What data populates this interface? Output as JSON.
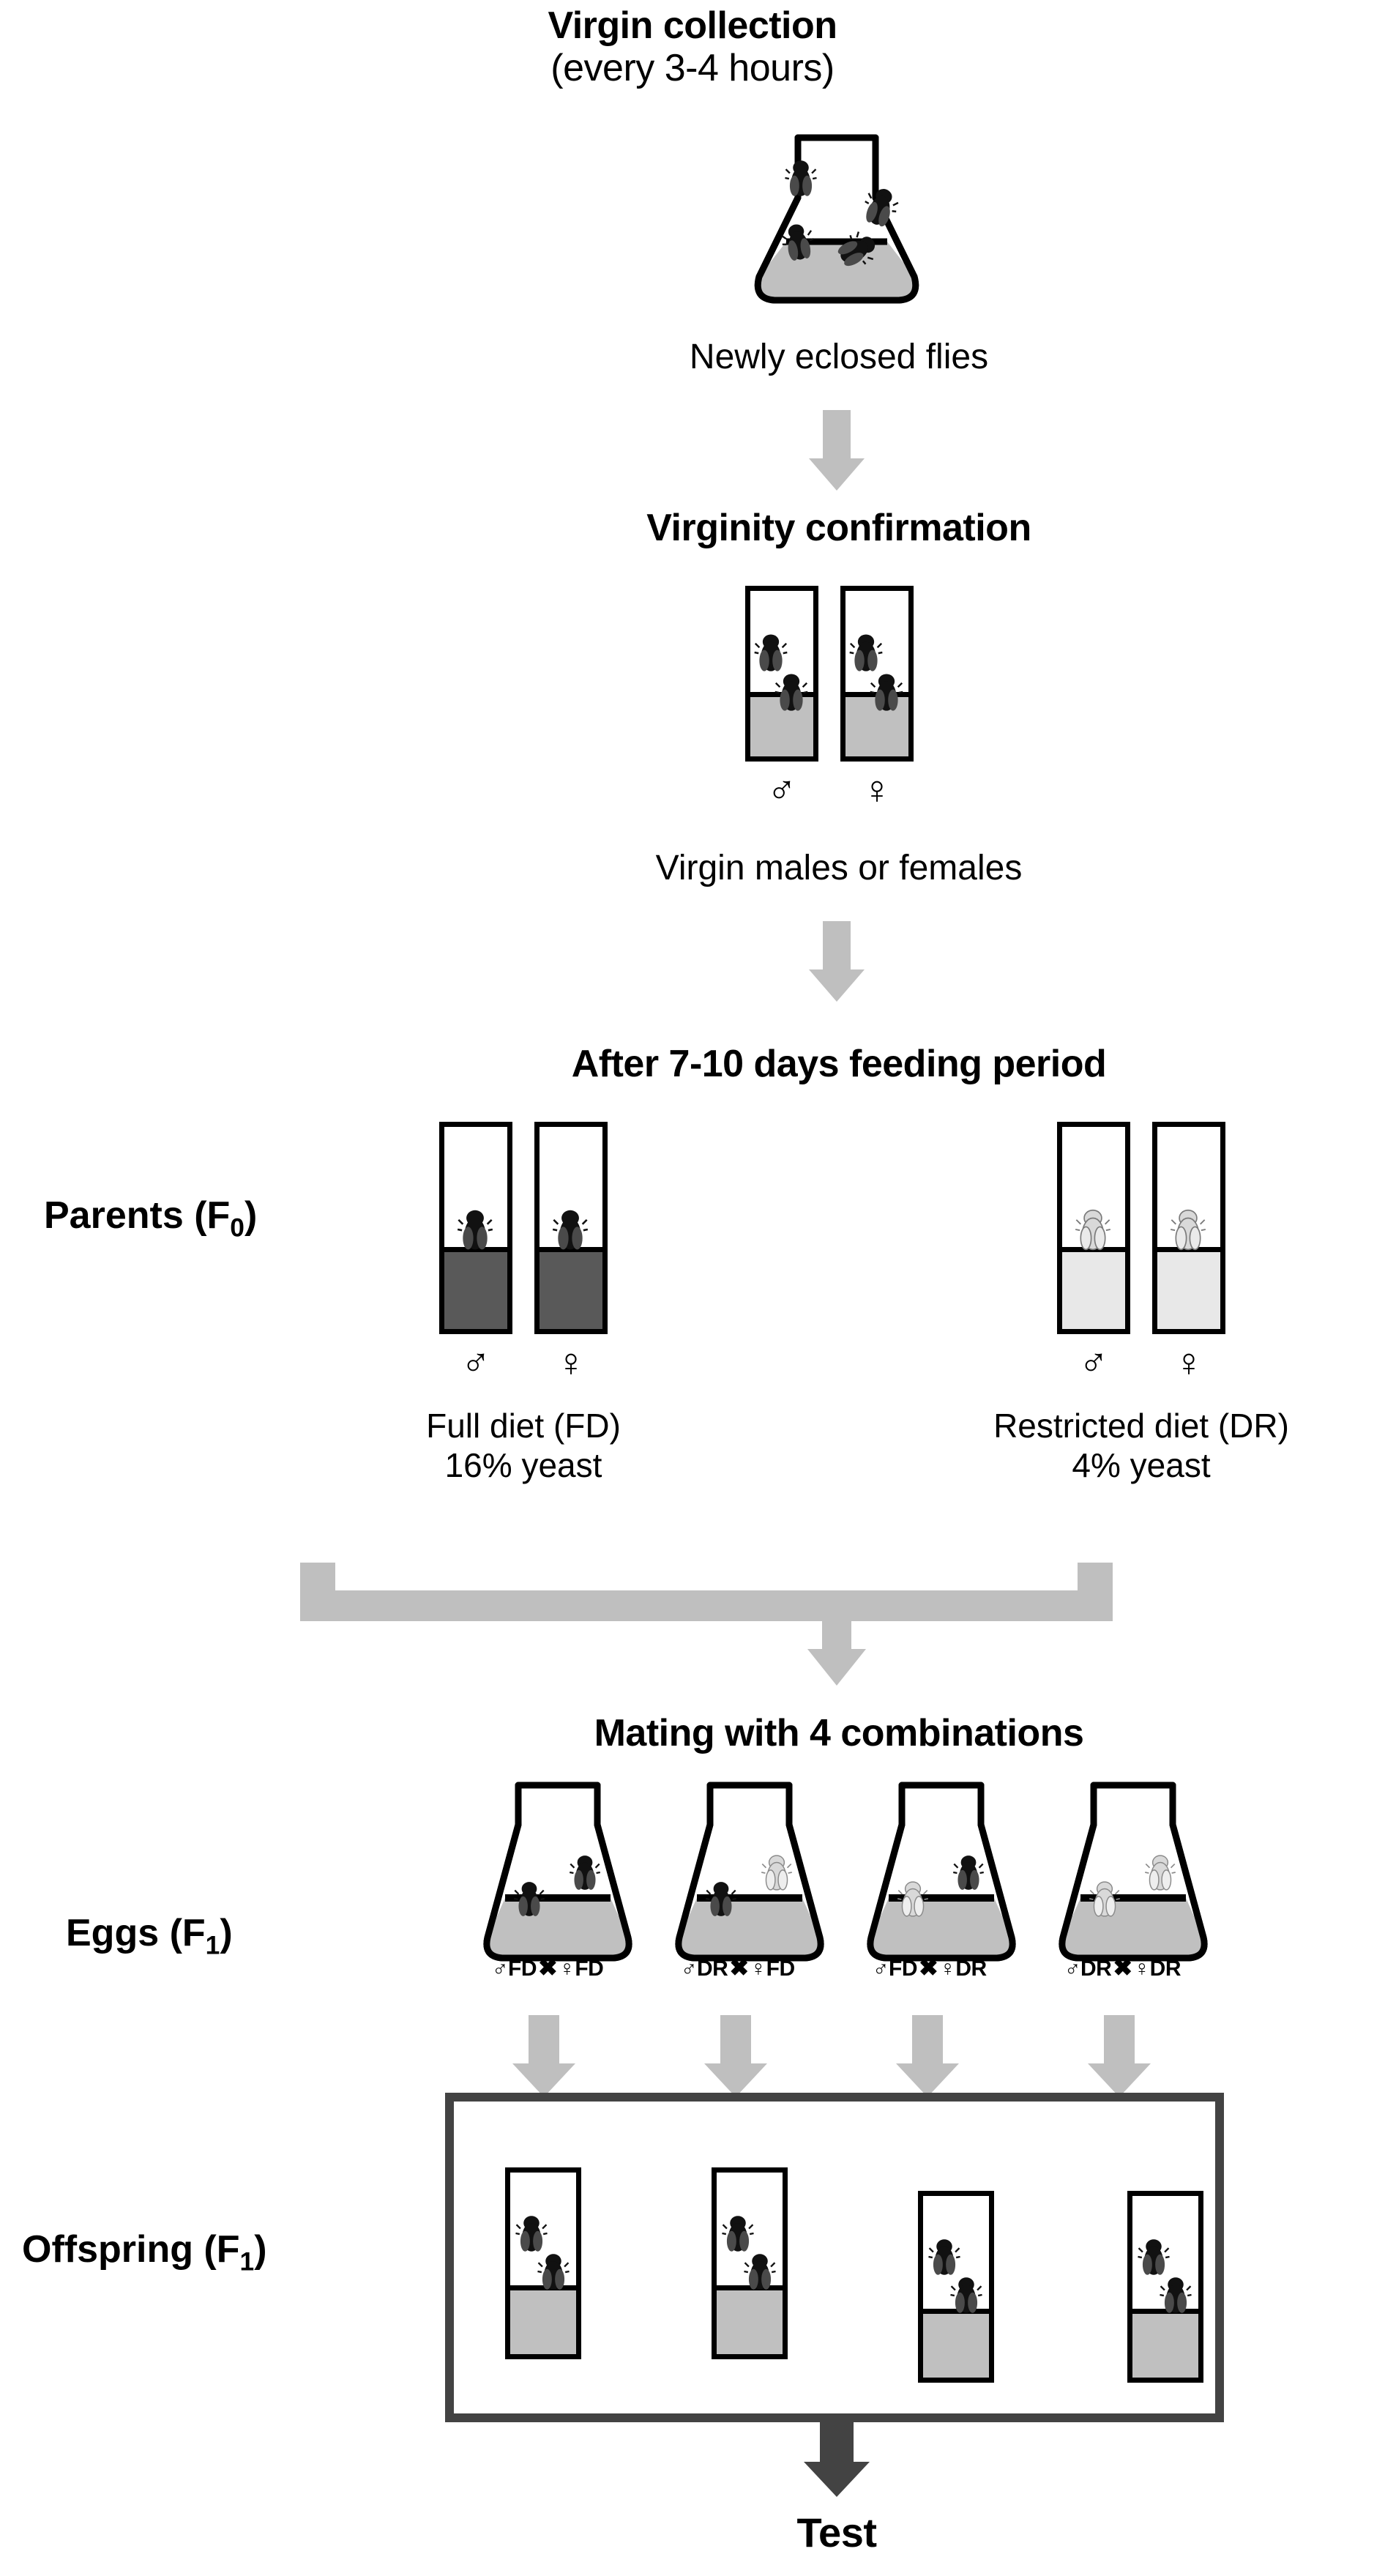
{
  "figure": {
    "type": "experimental-workflow-diagram",
    "subject": "Drosophila parental diet crossing scheme"
  },
  "steps": {
    "virgin_collection": {
      "title": "Virgin collection",
      "subtitle": "(every 3-4 hours)",
      "caption": "Newly eclosed flies",
      "flask_fly_count": 4
    },
    "virginity_confirmation": {
      "title": "Virginity confirmation",
      "caption": "Virgin males or females",
      "vials": [
        {
          "symbol": "♂",
          "sex": "male",
          "fly_count": 2,
          "medium": "standard"
        },
        {
          "symbol": "♀",
          "sex": "female",
          "fly_count": 2,
          "medium": "standard"
        }
      ]
    },
    "feeding": {
      "title": "After 7-10 days feeding period",
      "row_label": "Parents (F",
      "row_label_sub": "0",
      "row_label_tail": ")",
      "groups": [
        {
          "name": "full-diet",
          "label_line1": "Full diet (FD)",
          "label_line2": "16% yeast",
          "vials": [
            {
              "symbol": "♂",
              "sex": "male",
              "fly_count": 1,
              "medium": "dark"
            },
            {
              "symbol": "♀",
              "sex": "female",
              "fly_count": 1,
              "medium": "dark"
            }
          ]
        },
        {
          "name": "restricted-diet",
          "label_line1": "Restricted diet (DR)",
          "label_line2": "4% yeast",
          "vials": [
            {
              "symbol": "♂",
              "sex": "male",
              "fly_count": 1,
              "medium": "light"
            },
            {
              "symbol": "♀",
              "sex": "female",
              "fly_count": 1,
              "medium": "light"
            }
          ]
        }
      ]
    },
    "mating": {
      "title": "Mating with 4 combinations",
      "row_label": "Eggs (F",
      "row_label_sub": "1",
      "row_label_tail": ")",
      "crosses": [
        {
          "male_symbol": "♂",
          "male_diet": "FD",
          "cross_symbol": "✖",
          "female_symbol": "♀",
          "female_diet": "FD"
        },
        {
          "male_symbol": "♂",
          "male_diet": "DR",
          "cross_symbol": "✖",
          "female_symbol": "♀",
          "female_diet": "FD"
        },
        {
          "male_symbol": "♂",
          "male_diet": "FD",
          "cross_symbol": "✖",
          "female_symbol": "♀",
          "female_diet": "DR"
        },
        {
          "male_symbol": "♂",
          "male_diet": "DR",
          "cross_symbol": "✖",
          "female_symbol": "♀",
          "female_diet": "DR"
        }
      ]
    },
    "offspring": {
      "row_label": "Offspring (F",
      "row_label_sub": "1",
      "row_label_tail": ")",
      "vial_count": 4,
      "flies_per_vial": 2
    },
    "test": {
      "label": "Test"
    }
  },
  "colors": {
    "ink": "#000000",
    "arrow_light": "#bfbfbf",
    "arrow_dark": "#434343",
    "box_border": "#434343",
    "medium_standard": "#c0c0c0",
    "medium_dark": "#595959",
    "medium_light": "#e8e8e8",
    "fly_dark": "#0d0d0d",
    "fly_light": "#d9d9d9"
  }
}
